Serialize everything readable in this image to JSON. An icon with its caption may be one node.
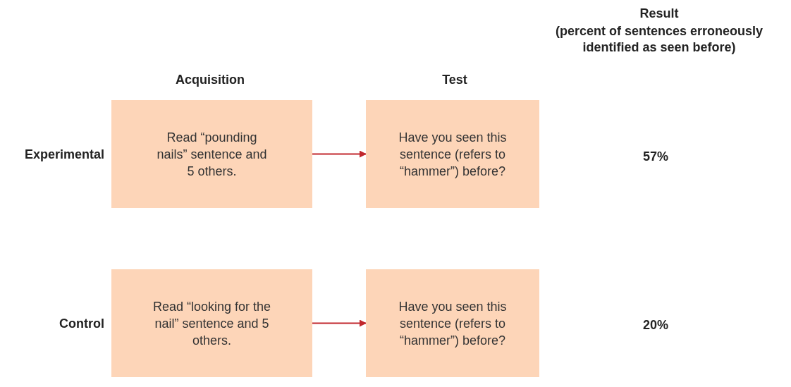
{
  "diagram": {
    "nodes": [
      {
        "text": [
          "Read “pounding nails” sentence and 5 others."
        ]
      },
      {
        "text": [
          "Have you seen this sentence (refers to “hammer”) before?"
        ]
      },
      {
        "text": [
          "Read “looking for the nail” sentence and 5 others."
        ]
      },
      {
        "text": [
          "Have you seen this sentence (refers to “hammer”) before?"
        ]
      }
    ],
    "edges": [
      {
        "from": 0,
        "to": 1,
        "arrow": "to"
      },
      {
        "from": 2,
        "to": 3,
        "arrow": "to"
      }
    ],
    "labels": [
      "Result",
      "(percent of sentences erroneously identified as seen before)",
      "Acquisition",
      "Test",
      "Experimental",
      "57%",
      "Control",
      "20%"
    ]
  }
}
